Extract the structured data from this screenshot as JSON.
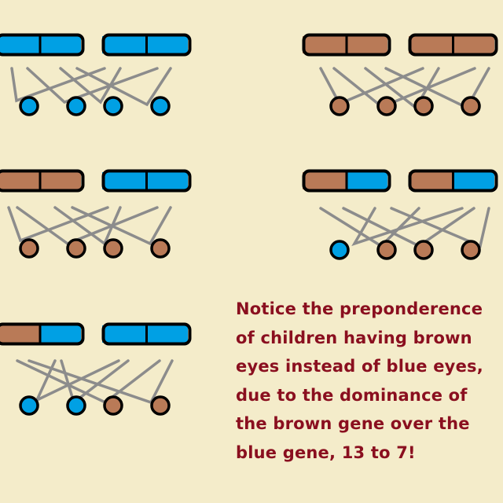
{
  "colors": {
    "background": "#f4ecca",
    "blue": "#00a0e4",
    "brown": "#b97a57",
    "outline": "#000000",
    "line": "#8c8c8c",
    "text": "#8a0f1f"
  },
  "families": [
    {
      "id": "blue-blue-x-blue-blue",
      "parents": [
        [
          "blue",
          "blue"
        ],
        [
          "blue",
          "blue"
        ]
      ],
      "children": [
        "blue",
        "blue",
        "blue",
        "blue"
      ]
    },
    {
      "id": "brown-brown-x-brown-brown",
      "parents": [
        [
          "brown",
          "brown"
        ],
        [
          "brown",
          "brown"
        ]
      ],
      "children": [
        "brown",
        "brown",
        "brown",
        "brown"
      ]
    },
    {
      "id": "brown-brown-x-blue-blue",
      "parents": [
        [
          "brown",
          "brown"
        ],
        [
          "blue",
          "blue"
        ]
      ],
      "children": [
        "brown",
        "brown",
        "brown",
        "brown"
      ]
    },
    {
      "id": "brown-blue-x-brown-blue",
      "parents": [
        [
          "brown",
          "blue"
        ],
        [
          "brown",
          "blue"
        ]
      ],
      "children": [
        "blue",
        "brown",
        "brown",
        "brown"
      ]
    },
    {
      "id": "brown-blue-x-blue-blue",
      "parents": [
        [
          "brown",
          "blue"
        ],
        [
          "blue",
          "blue"
        ]
      ],
      "children": [
        "blue",
        "blue",
        "brown",
        "brown"
      ]
    }
  ],
  "note": {
    "lines": [
      "Notice the preponderence",
      "of children having brown",
      "eyes instead of blue eyes,",
      "due to the dominance of",
      "the brown gene over the",
      "blue gene, 13 to 7!"
    ]
  },
  "tally": {
    "brown_children": 13,
    "blue_children": 7
  }
}
